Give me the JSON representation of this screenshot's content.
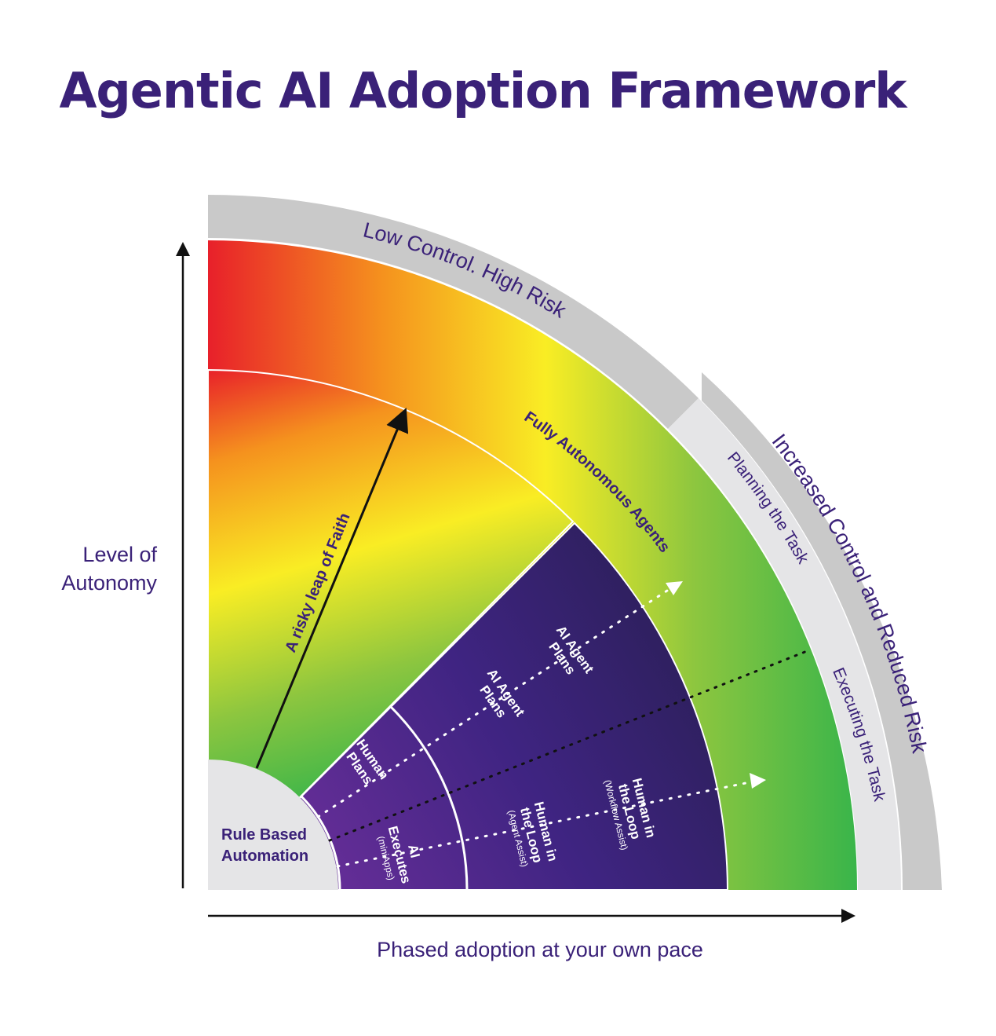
{
  "title": "Agentic AI Adoption Framework",
  "axes": {
    "y_label_line1": "Level of",
    "y_label_line2": "Autonomy",
    "x_label": "Phased adoption at your own pace"
  },
  "outer_bands": {
    "top": "Low Control. High Risk",
    "right_outer": "Increased Control and Reduced Risk",
    "right_inner_upper": "Planning the Task",
    "right_inner_lower": "Executing the Task"
  },
  "arc_labels": {
    "fully_autonomous": "Fully Autonomous Agents",
    "risky_leap": "A risky leap of Faith"
  },
  "core": {
    "line1": "Rule Based",
    "line2": "Automation"
  },
  "stages": {
    "human_plans_line1": "Human",
    "human_plans_line2": "Plans",
    "ai_executes_line1": "AI",
    "ai_executes_line2": "Executes",
    "ai_executes_sub": "(miniApps)",
    "ai_agent_plans_1_line1": "AI Agent",
    "ai_agent_plans_1_line2": "Plans",
    "ai_agent_plans_2_line1": "AI Agent",
    "ai_agent_plans_2_line2": "Plans",
    "hitl_agent_line1": "Human in",
    "hitl_agent_line2": "the Loop",
    "hitl_agent_sub": "(Agent Assist)",
    "hitl_workflow_line1": "Human in",
    "hitl_workflow_line2": "the Loop",
    "hitl_workflow_sub": "(Workflow Assist)"
  },
  "colors": {
    "title": "#3a2178",
    "band_gray": "#c9c9c9",
    "band_light": "#e5e5e7",
    "red": "#e8202a",
    "yellow": "#f9ed24",
    "green": "#39b54a",
    "purple_light": "#6a2f9a",
    "purple_dark": "#2a1f55"
  }
}
